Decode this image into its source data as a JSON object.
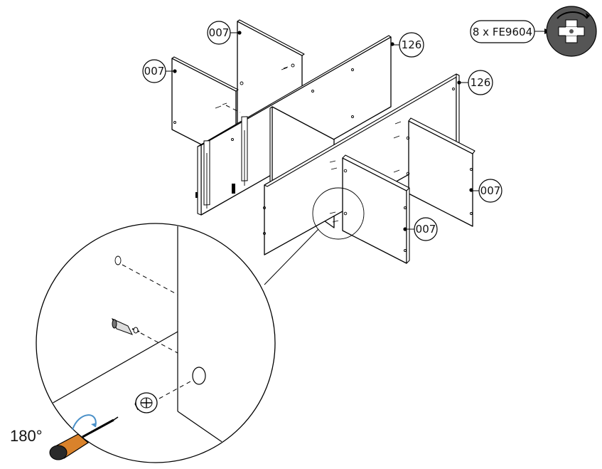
{
  "callouts": {
    "panel_top_left": "007",
    "panel_left": "007",
    "panel_back_long": "126",
    "panel_front_long": "126",
    "panel_right": "007",
    "panel_front_small": "007"
  },
  "hardware": {
    "label": "8 x FE9604",
    "icon": "cam-lock-icon"
  },
  "detail": {
    "rotation_label": "180°",
    "tool_icon": "screwdriver-icon"
  },
  "colors": {
    "line": "#000000",
    "hardware_circle": "#555555",
    "screwdriver_handle": "#d9822b"
  }
}
